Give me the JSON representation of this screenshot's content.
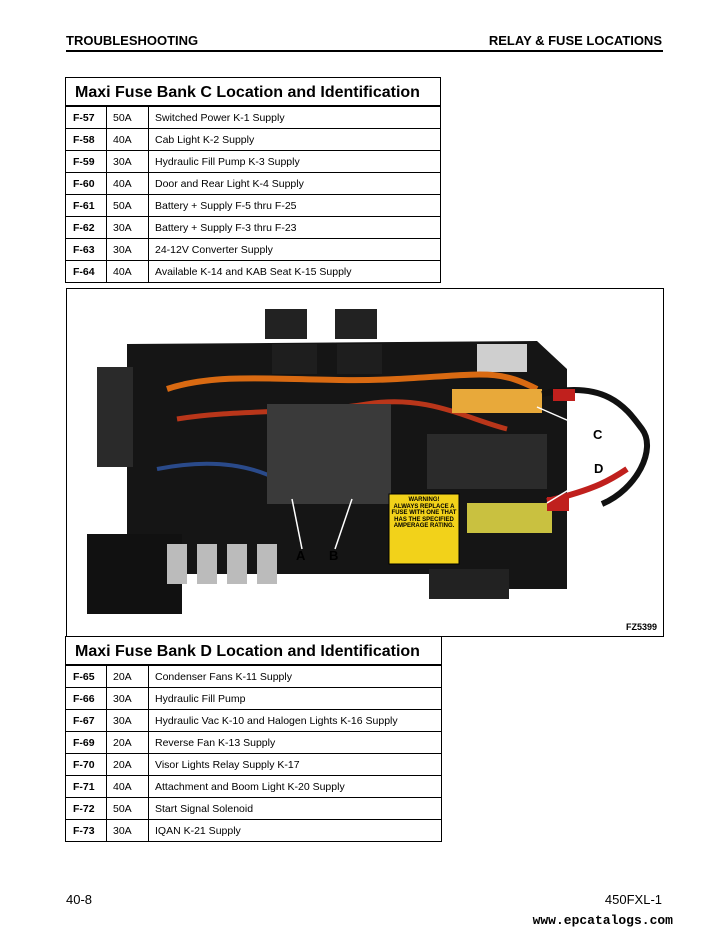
{
  "header": {
    "left": "TROUBLESHOOTING",
    "right": "RELAY & FUSE LOCATIONS"
  },
  "table_c": {
    "title": "Maxi Fuse Bank C Location and Identification",
    "rows": [
      {
        "id": "F-57",
        "amp": "50A",
        "desc": "Switched Power K-1 Supply"
      },
      {
        "id": "F-58",
        "amp": "40A",
        "desc": "Cab Light K-2 Supply"
      },
      {
        "id": "F-59",
        "amp": "30A",
        "desc": "Hydraulic Fill Pump K-3 Supply"
      },
      {
        "id": "F-60",
        "amp": "40A",
        "desc": "Door and Rear Light K-4 Supply"
      },
      {
        "id": "F-61",
        "amp": "50A",
        "desc": "Battery + Supply F-5 thru F-25"
      },
      {
        "id": "F-62",
        "amp": "30A",
        "desc": "Battery + Supply F-3 thru F-23"
      },
      {
        "id": "F-63",
        "amp": "30A",
        "desc": "24-12V Converter Supply"
      },
      {
        "id": "F-64",
        "amp": "40A",
        "desc": "Available K-14 and KAB Seat K-15 Supply"
      }
    ]
  },
  "figure": {
    "callouts": {
      "a": "A",
      "b": "B",
      "c": "C",
      "d": "D"
    },
    "warning_title": "WARNING!",
    "warning_text": "ALWAYS REPLACE A FUSE WITH ONE THAT HAS THE SPECIFIED AMPERAGE RATING.",
    "id": "FZ5399"
  },
  "table_d": {
    "title": "Maxi Fuse Bank D Location and Identification",
    "rows": [
      {
        "id": "F-65",
        "amp": "20A",
        "desc": "Condenser Fans K-11 Supply"
      },
      {
        "id": "F-66",
        "amp": "30A",
        "desc": "Hydraulic Fill Pump"
      },
      {
        "id": "F-67",
        "amp": "30A",
        "desc": "Hydraulic Vac K-10 and Halogen Lights K-16 Supply"
      },
      {
        "id": "F-69",
        "amp": "20A",
        "desc": "Reverse Fan K-13 Supply"
      },
      {
        "id": "F-70",
        "amp": "20A",
        "desc": "Visor Lights Relay Supply K-17"
      },
      {
        "id": "F-71",
        "amp": "40A",
        "desc": "Attachment and Boom Light K-20 Supply"
      },
      {
        "id": "F-72",
        "amp": "50A",
        "desc": "Start Signal Solenoid"
      },
      {
        "id": "F-73",
        "amp": "30A",
        "desc": "IQAN K-21 Supply"
      }
    ]
  },
  "footer": {
    "left": "40-8",
    "right": "450FXL-1",
    "watermark": "www.epcatalogs.com"
  }
}
